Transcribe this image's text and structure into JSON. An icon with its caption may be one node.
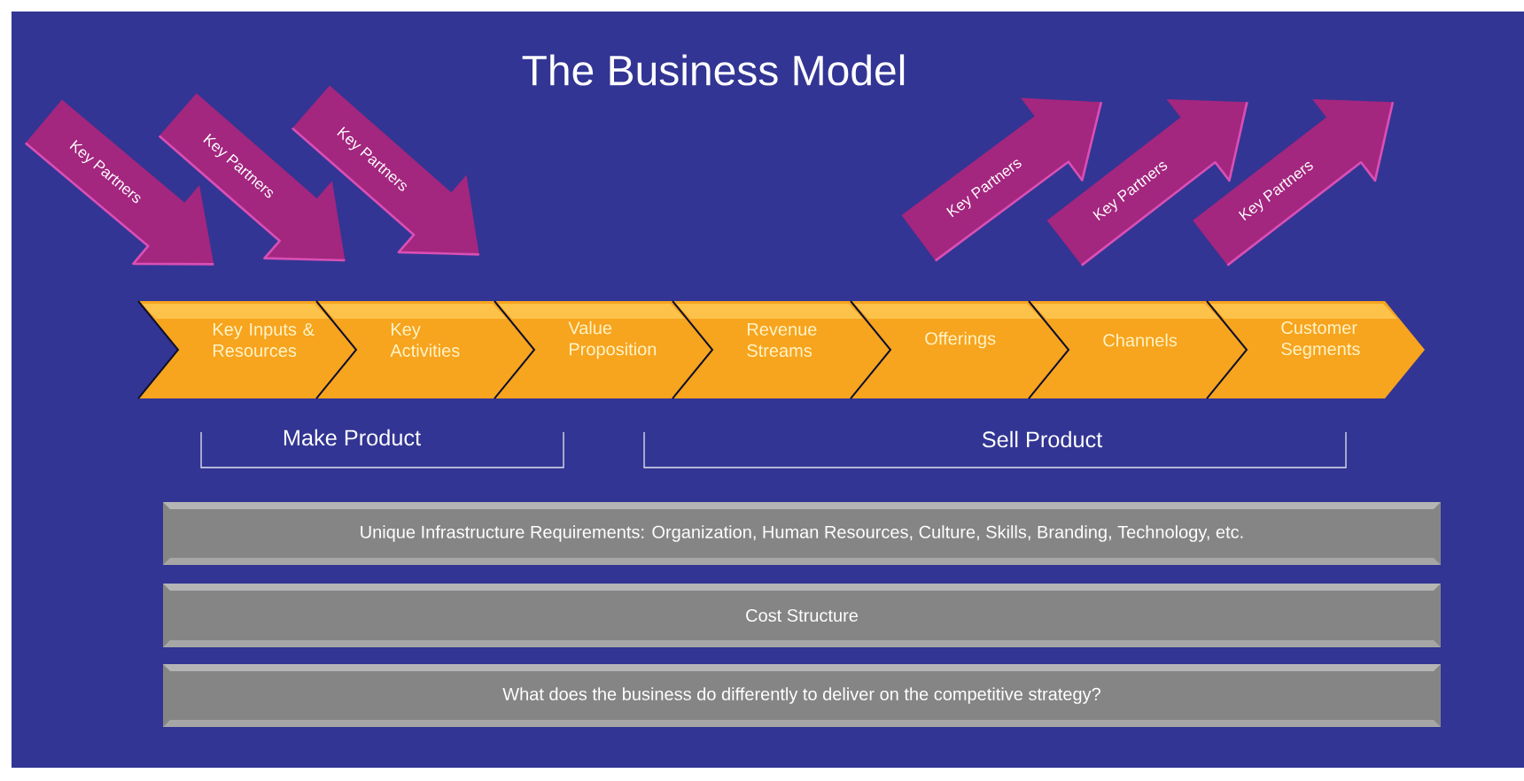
{
  "diagram": {
    "title": "The Business Model",
    "nodes": [
      {
        "text": [
          "Key Partners"
        ]
      },
      {
        "text": [
          "Key Partners"
        ]
      },
      {
        "text": [
          "Key Partners"
        ]
      },
      {
        "text": [
          "Key Partners"
        ]
      },
      {
        "text": [
          "Key Partners"
        ]
      },
      {
        "text": [
          "Key Partners"
        ]
      },
      {
        "text": [
          "Key Inputs & Resources"
        ]
      },
      {
        "text": [
          "Key Activities"
        ]
      },
      {
        "text": [
          "Value Proposition"
        ]
      },
      {
        "text": [
          "Revenue Streams"
        ]
      },
      {
        "text": [
          "Offerings"
        ]
      },
      {
        "text": [
          "Channels"
        ]
      },
      {
        "text": [
          "Customer Segments"
        ]
      },
      {
        "text": [
          "Unique Infrastructure Requirements: Organization, Human Resources, Culture, Skills, Branding, Technology, etc."
        ]
      },
      {
        "text": [
          "Cost Structure"
        ]
      },
      {
        "text": [
          "What does the business do differently to deliver on the competitive strategy?"
        ]
      }
    ],
    "labels": [
      "Make Product",
      "Sell Product"
    ]
  }
}
